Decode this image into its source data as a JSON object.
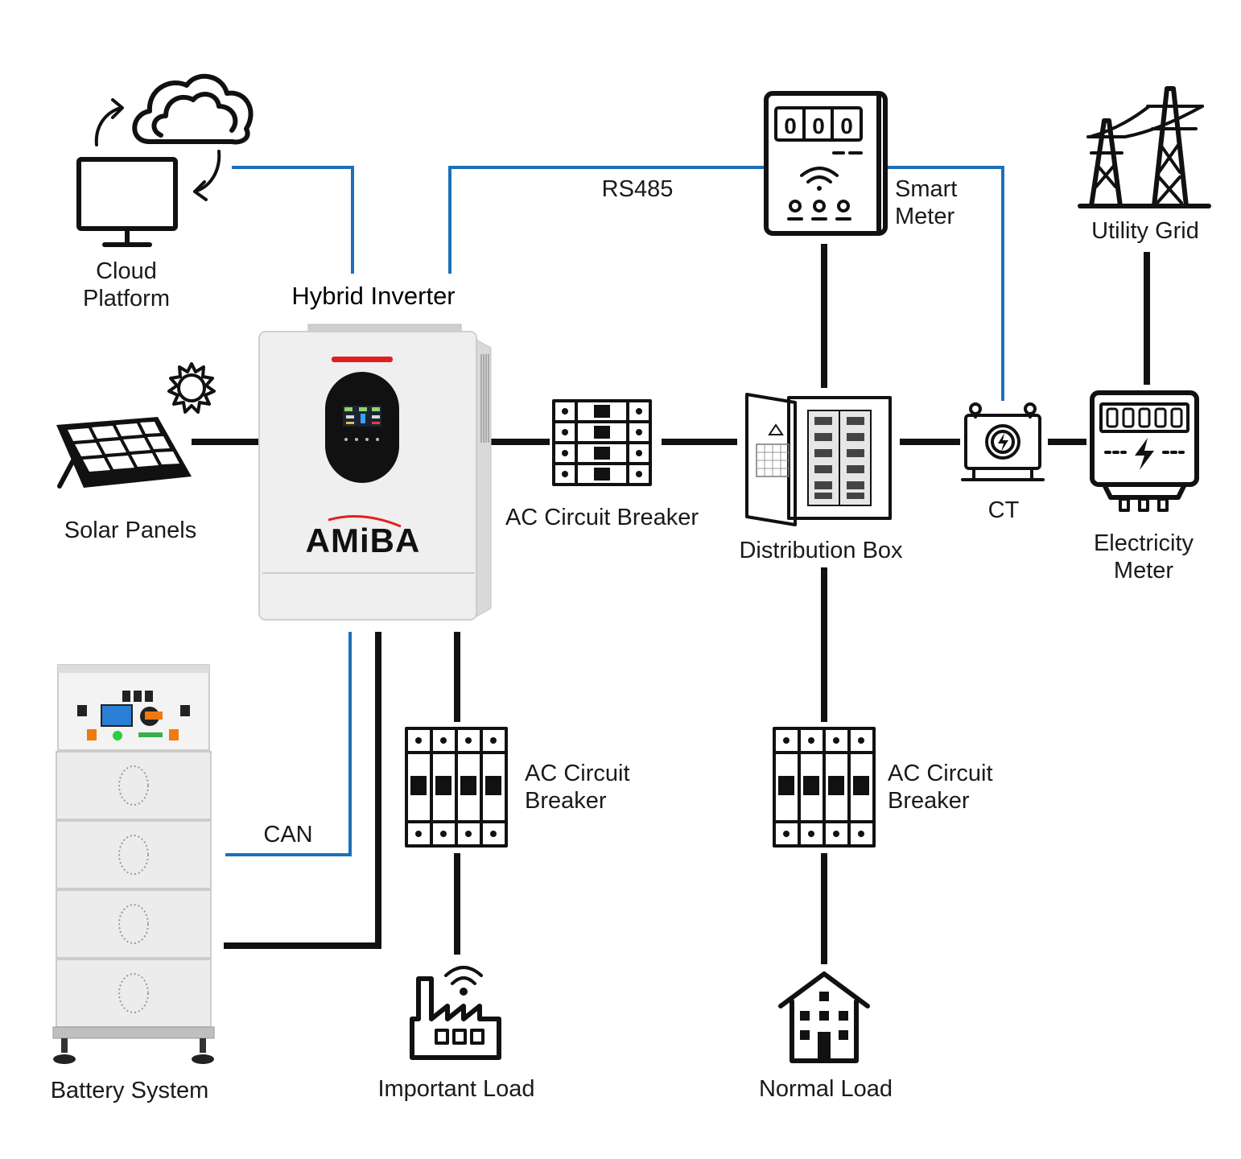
{
  "labels": {
    "cloud_line1": "Cloud",
    "cloud_line2": "Platform",
    "hybrid_inverter": "Hybrid Inverter",
    "rs485": "RS485",
    "smart_meter_line1": "Smart",
    "smart_meter_line2": "Meter",
    "utility_grid": "Utility Grid",
    "solar_panels": "Solar Panels",
    "ac_breaker_top": "AC Circuit Breaker",
    "distribution_box": "Distribution Box",
    "ct": "CT",
    "electricity_meter_line1": "Electricity",
    "electricity_meter_line2": "Meter",
    "can": "CAN",
    "ac_breaker_left_line1": "AC Circuit",
    "ac_breaker_left_line2": "Breaker",
    "ac_breaker_right_line1": "AC Circuit",
    "ac_breaker_right_line2": "Breaker",
    "battery_system": "Battery System",
    "important_load": "Important Load",
    "normal_load": "Normal Load"
  },
  "inverter": {
    "brand": "AMiBA"
  },
  "smart_meter": {
    "digits": [
      "0",
      "0",
      "0"
    ]
  },
  "colors": {
    "power_line": "#111111",
    "comm_line": "#1e6fb8",
    "inverter_accent": "#e02020",
    "inverter_body": "#eeeeee"
  },
  "icons": [
    "cloud-icon",
    "monitor-icon",
    "sun-icon",
    "solar-panel-icon",
    "smart-meter-icon",
    "utility-grid-icon",
    "breaker-icon",
    "distribution-box-icon",
    "ct-icon",
    "electricity-meter-icon",
    "battery-icon",
    "factory-icon",
    "house-icon"
  ]
}
